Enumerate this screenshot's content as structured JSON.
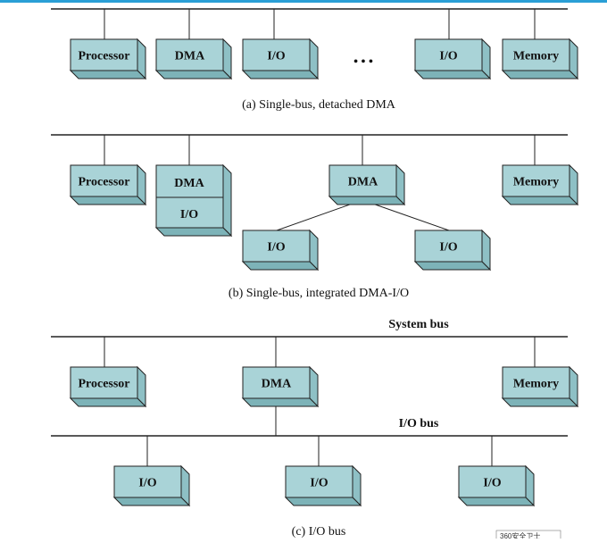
{
  "diagrams": {
    "a": {
      "caption": "(a) Single-bus, detached DMA",
      "boxes": [
        "Processor",
        "DMA",
        "I/O",
        "I/O",
        "Memory"
      ],
      "ellipsis": "• • •"
    },
    "b": {
      "caption": "(b) Single-bus, integrated DMA-I/O",
      "boxes": [
        "Processor",
        "DMA",
        "I/O",
        "DMA",
        "I/O",
        "I/O",
        "Memory"
      ]
    },
    "c": {
      "caption": "(c) I/O bus",
      "system_bus_label": "System bus",
      "io_bus_label": "I/O bus",
      "boxes": [
        "Processor",
        "DMA",
        "Memory",
        "I/O",
        "I/O",
        "I/O"
      ]
    }
  },
  "corner_text": "360安全卫士",
  "colors": {
    "box_face": "#a9d3d7",
    "box_side": "#8ec0c5",
    "box_bottom": "#7db3b8",
    "line": "#222222",
    "top_accent": "#2a9fd6"
  }
}
